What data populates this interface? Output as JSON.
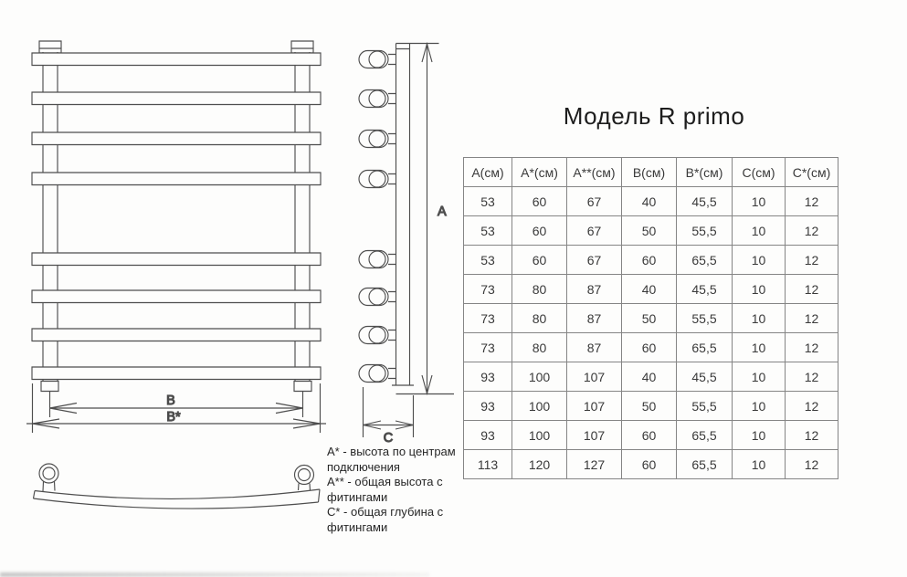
{
  "title": "Модель R primo",
  "drawing": {
    "labels": {
      "a": "A",
      "b": "B",
      "b_star": "B*",
      "c": "C"
    },
    "front_view_bars": 8,
    "side_view_connections": 8
  },
  "table": {
    "headers": [
      "А(см)",
      "А*(см)",
      "А**(см)",
      "В(см)",
      "В*(см)",
      "С(см)",
      "С*(см)"
    ],
    "rows": [
      [
        "53",
        "60",
        "67",
        "40",
        "45,5",
        "10",
        "12"
      ],
      [
        "53",
        "60",
        "67",
        "50",
        "55,5",
        "10",
        "12"
      ],
      [
        "53",
        "60",
        "67",
        "60",
        "65,5",
        "10",
        "12"
      ],
      [
        "73",
        "80",
        "87",
        "40",
        "45,5",
        "10",
        "12"
      ],
      [
        "73",
        "80",
        "87",
        "50",
        "55,5",
        "10",
        "12"
      ],
      [
        "73",
        "80",
        "87",
        "60",
        "65,5",
        "10",
        "12"
      ],
      [
        "93",
        "100",
        "107",
        "40",
        "45,5",
        "10",
        "12"
      ],
      [
        "93",
        "100",
        "107",
        "50",
        "55,5",
        "10",
        "12"
      ],
      [
        "93",
        "100",
        "107",
        "60",
        "65,5",
        "10",
        "12"
      ],
      [
        "113",
        "120",
        "127",
        "60",
        "65,5",
        "10",
        "12"
      ]
    ]
  },
  "footnotes": [
    {
      "text": "А* - высота по центрам подключения"
    },
    {
      "text": "А** - общая высота с фитингами"
    },
    {
      "text": "С* - общая глубина с фитингами"
    }
  ],
  "colors": {
    "line": "#4e4e4e",
    "paper": "#fdfdfc",
    "table_border": "#858585",
    "text": "#2b2b2b"
  }
}
